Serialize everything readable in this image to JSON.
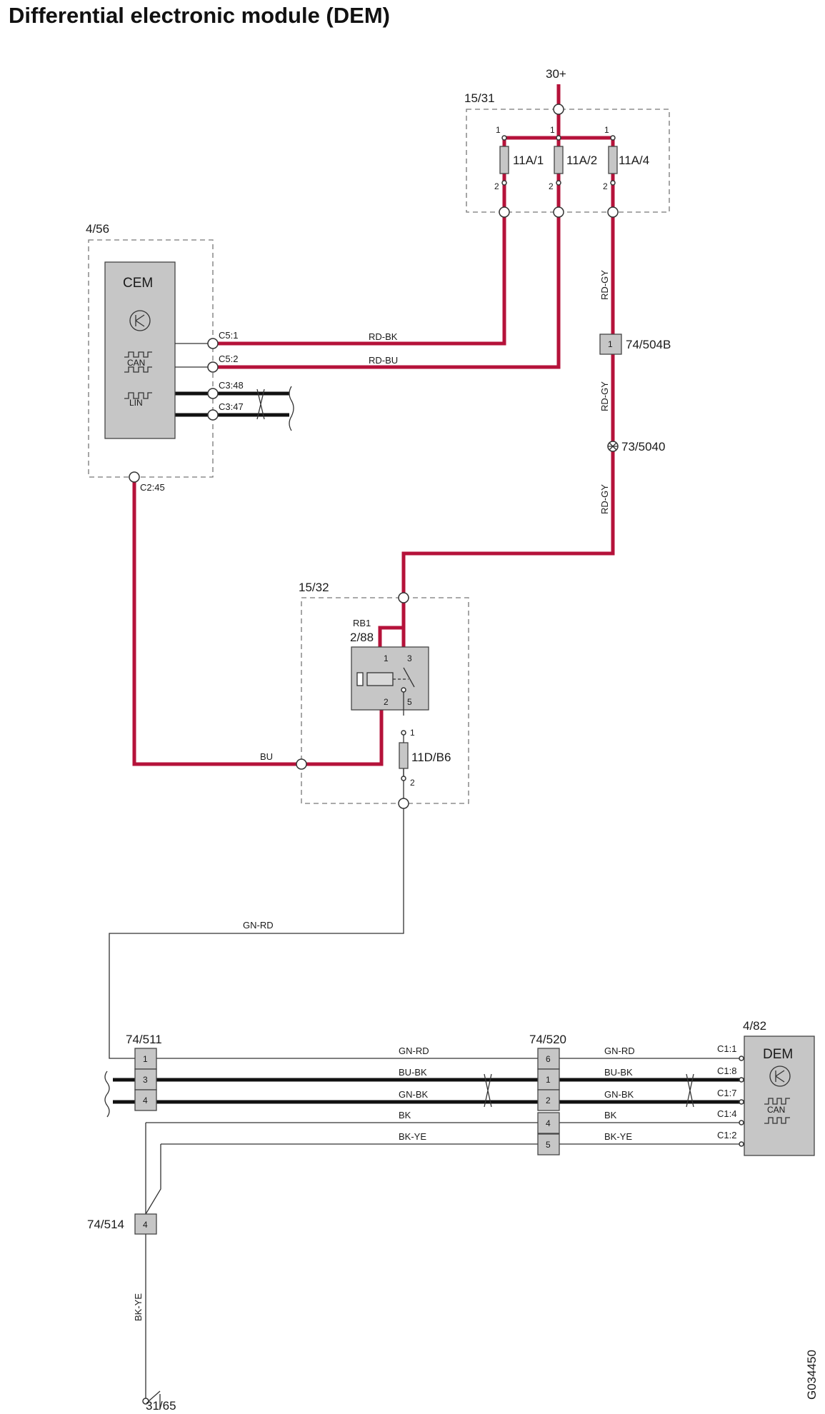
{
  "title": "Differential electronic module (DEM)",
  "image_code": "G034450",
  "supply": "30+",
  "ground": "31/65",
  "fuse_box_a": {
    "id": "15/31",
    "fuses": [
      "11A/1",
      "11A/2",
      "11A/4"
    ],
    "pin_in": "1",
    "pin_out": "2"
  },
  "cem_box": {
    "id": "4/56",
    "name": "CEM",
    "can": "CAN",
    "lin": "LIN",
    "pins": [
      "C5:1",
      "C5:2",
      "C3:48",
      "C3:47",
      "C2:45"
    ]
  },
  "connectors": {
    "c504b": {
      "id": "74/504B",
      "pin": "1"
    },
    "splice": "73/5040",
    "c511": {
      "id": "74/511",
      "pins": [
        "1",
        "3",
        "4"
      ]
    },
    "c520": {
      "id": "74/520",
      "pins": [
        "6",
        "1",
        "2",
        "4",
        "5"
      ]
    },
    "c514": {
      "id": "74/514",
      "pin": "4"
    }
  },
  "relay_box": {
    "id": "15/32",
    "relay_tag": "RB1",
    "relay_id": "2/88",
    "relay_pins": [
      "1",
      "3",
      "2",
      "5"
    ],
    "fuse": "11D/B6",
    "fuse_pins": [
      "1",
      "2"
    ]
  },
  "dem": {
    "id": "4/82",
    "name": "DEM",
    "can": "CAN",
    "pins": [
      "C1:1",
      "C1:8",
      "C1:7",
      "C1:4",
      "C1:2"
    ]
  },
  "wires": {
    "rd_bk": "RD-BK",
    "rd_bu": "RD-BU",
    "rd_gy": "RD-GY",
    "bu": "BU",
    "gn_rd": "GN-RD",
    "bu_bk": "BU-BK",
    "gn_bk": "GN-BK",
    "bk": "BK",
    "bk_ye": "BK-YE"
  }
}
